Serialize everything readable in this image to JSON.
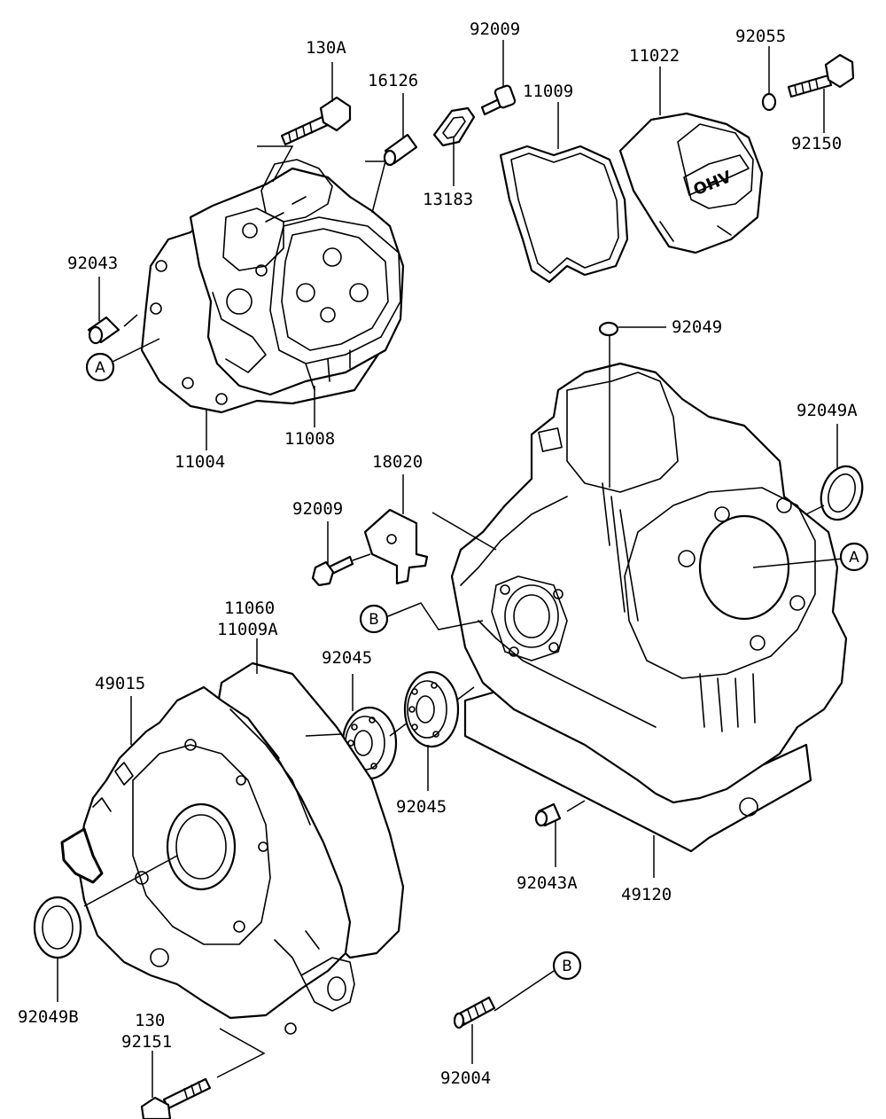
{
  "diagram": {
    "parts": {
      "p130A": "130A",
      "p16126": "16126",
      "p92009_top": "92009",
      "p11009": "11009",
      "p11022": "11022",
      "p92055": "92055",
      "p92150": "92150",
      "p13183": "13183",
      "p92043": "92043",
      "p11004": "11004",
      "p11008": "11008",
      "p92049": "92049",
      "p92049A": "92049A",
      "p18020": "18020",
      "p92009_mid": "92009",
      "p11060": "11060",
      "p11009A": "11009A",
      "p49015": "49015",
      "p92045_a": "92045",
      "p92045_b": "92045",
      "p92043A": "92043A",
      "p49120": "49120",
      "p92049B": "92049B",
      "p130": "130",
      "p92151": "92151",
      "p92004": "92004"
    },
    "callouts": {
      "a_left": "A",
      "a_right": "A",
      "b_left": "B",
      "b_bottom": "B"
    },
    "cover_text": "OHV"
  }
}
